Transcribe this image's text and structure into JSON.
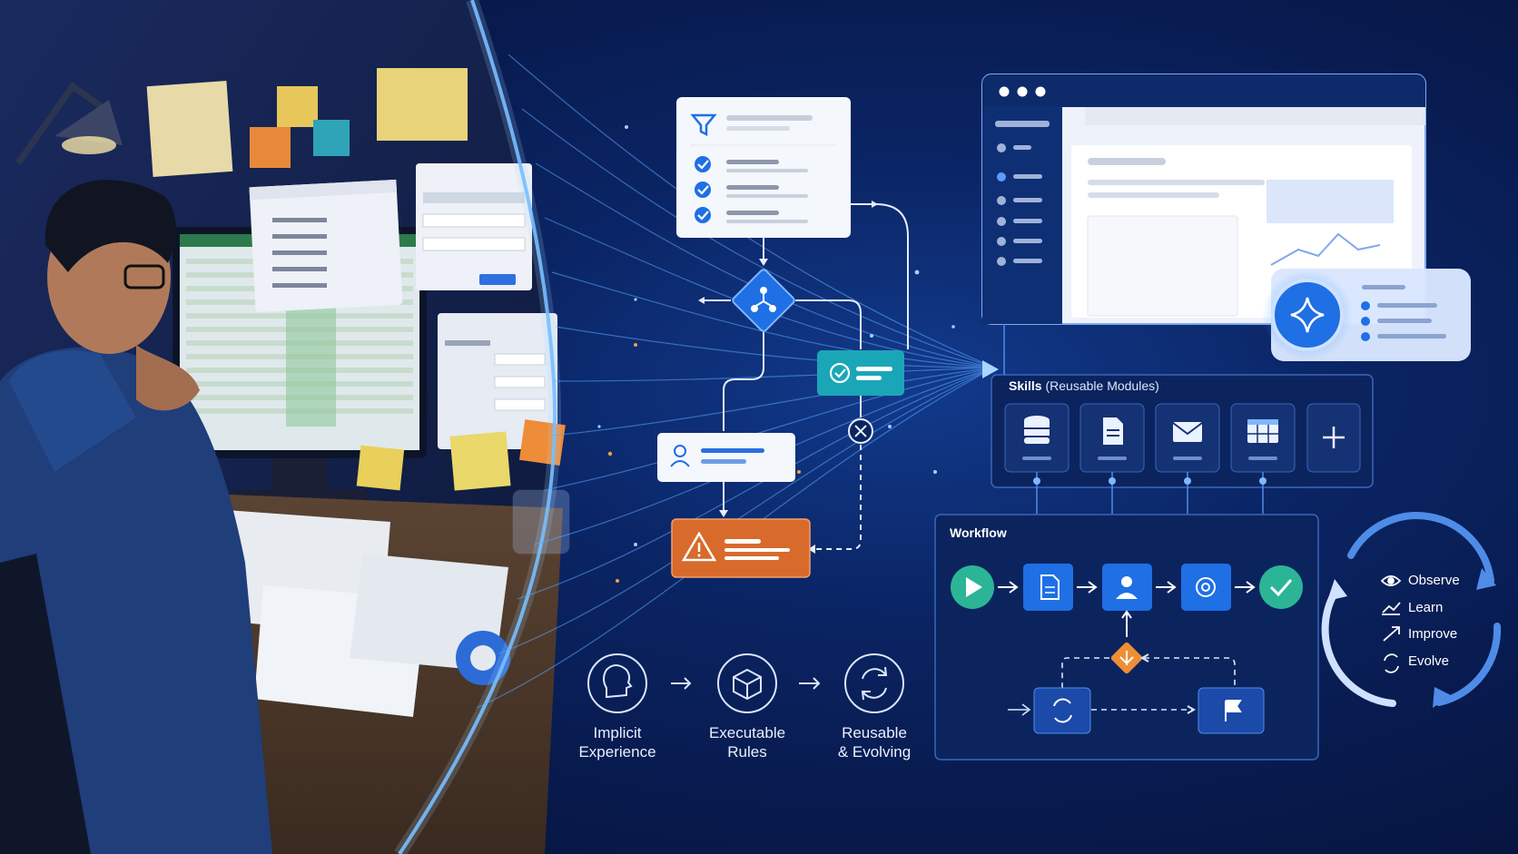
{
  "stages": [
    {
      "label": "Implicit\nExperience",
      "icon": "head-icon"
    },
    {
      "label": "Executable\nRules",
      "icon": "cube-icon"
    },
    {
      "label": "Reusable\n& Evolving",
      "icon": "refresh-icon"
    }
  ],
  "skills": {
    "title": "Skills",
    "subtitle": "(Reusable Modules)",
    "modules": [
      {
        "icon": "database-icon"
      },
      {
        "icon": "document-icon"
      },
      {
        "icon": "mail-icon"
      },
      {
        "icon": "table-icon"
      },
      {
        "icon": "plus-icon"
      }
    ]
  },
  "workflow": {
    "title": "Workflow"
  },
  "cycle": {
    "items": [
      {
        "label": "Observe",
        "icon": "eye-icon"
      },
      {
        "label": "Learn",
        "icon": "trend-icon"
      },
      {
        "label": "Improve",
        "icon": "arrow-up-right-icon"
      },
      {
        "label": "Evolve",
        "icon": "refresh-icon"
      }
    ]
  },
  "colors": {
    "background": "#0a2463",
    "accent_blue": "#1f6fe5",
    "teal": "#1aa6b7",
    "warning_orange": "#d86a2c",
    "success_green": "#2bb596"
  }
}
